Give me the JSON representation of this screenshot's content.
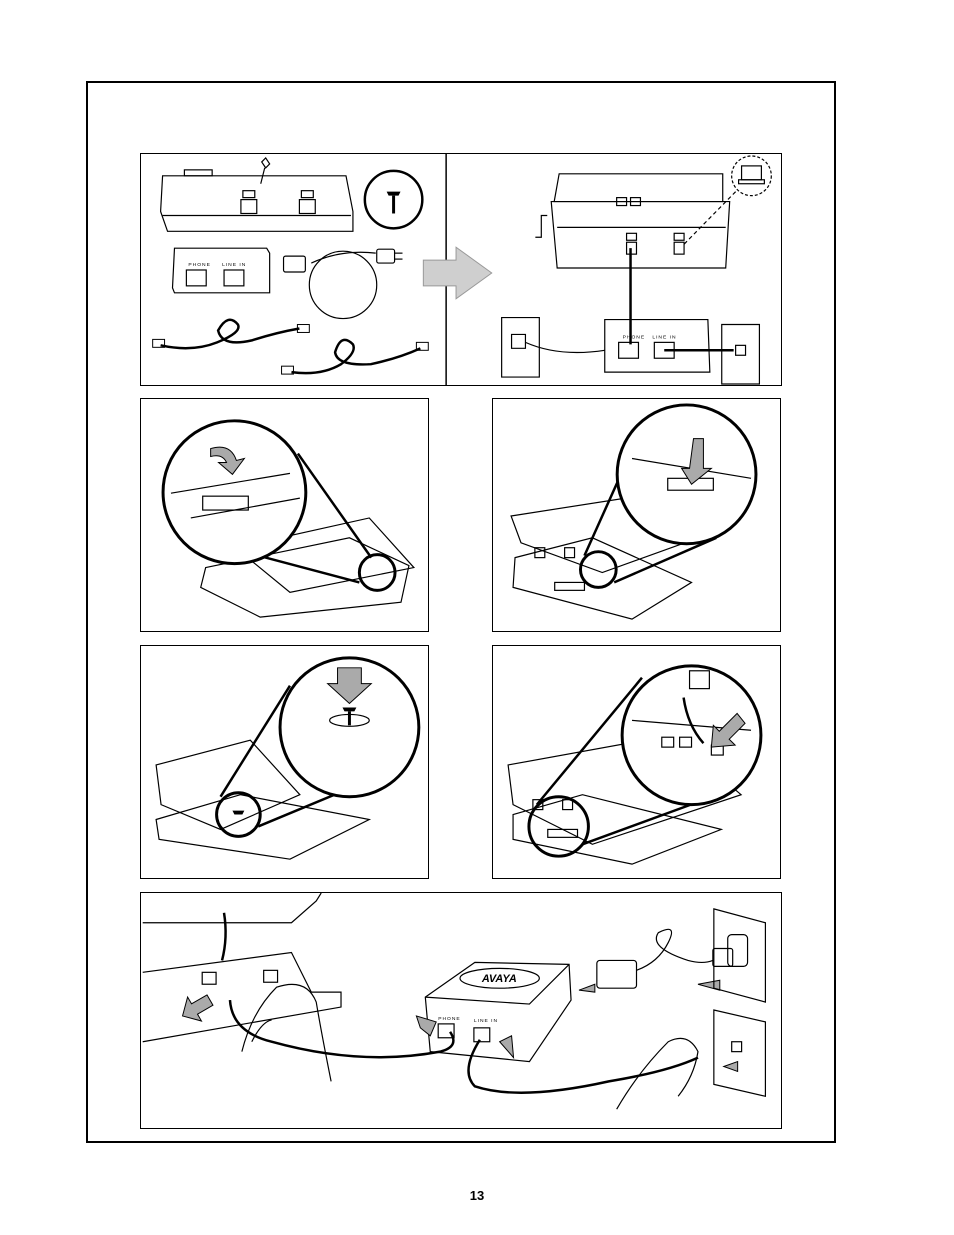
{
  "page": {
    "number": "13"
  },
  "labels": {
    "phone": "PHONE",
    "line_in": "LINE  IN",
    "brand": "AVAYA"
  },
  "icons": [
    "telephone-icon",
    "computer-icon",
    "screw-icon",
    "arrow-right-icon",
    "arrow-down-icon",
    "wall-outlet-icon",
    "phone-jack-icon",
    "power-adapter-icon",
    "cable-icon",
    "hand-icon"
  ]
}
